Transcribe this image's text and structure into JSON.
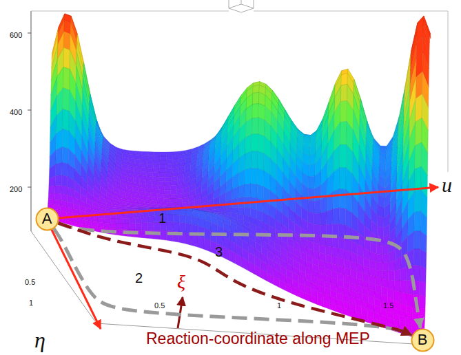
{
  "diagram": {
    "nodes": [
      {
        "text": [
          "A"
        ]
      },
      {
        "text": [
          "B"
        ]
      }
    ],
    "edges": [
      {
        "from": 0,
        "to": 1,
        "arrow": "to",
        "label": "1"
      },
      {
        "from": 0,
        "to": 1,
        "arrow": "to",
        "label": "2"
      },
      {
        "from": 0,
        "to": 1,
        "arrow": "to",
        "label": "3"
      }
    ],
    "labels": [
      "600",
      "400",
      "200",
      "0.5",
      "1",
      "0.5",
      "1",
      "1.5",
      "ξ",
      "u",
      "η",
      "Reaction-coordinate along MEP"
    ]
  }
}
